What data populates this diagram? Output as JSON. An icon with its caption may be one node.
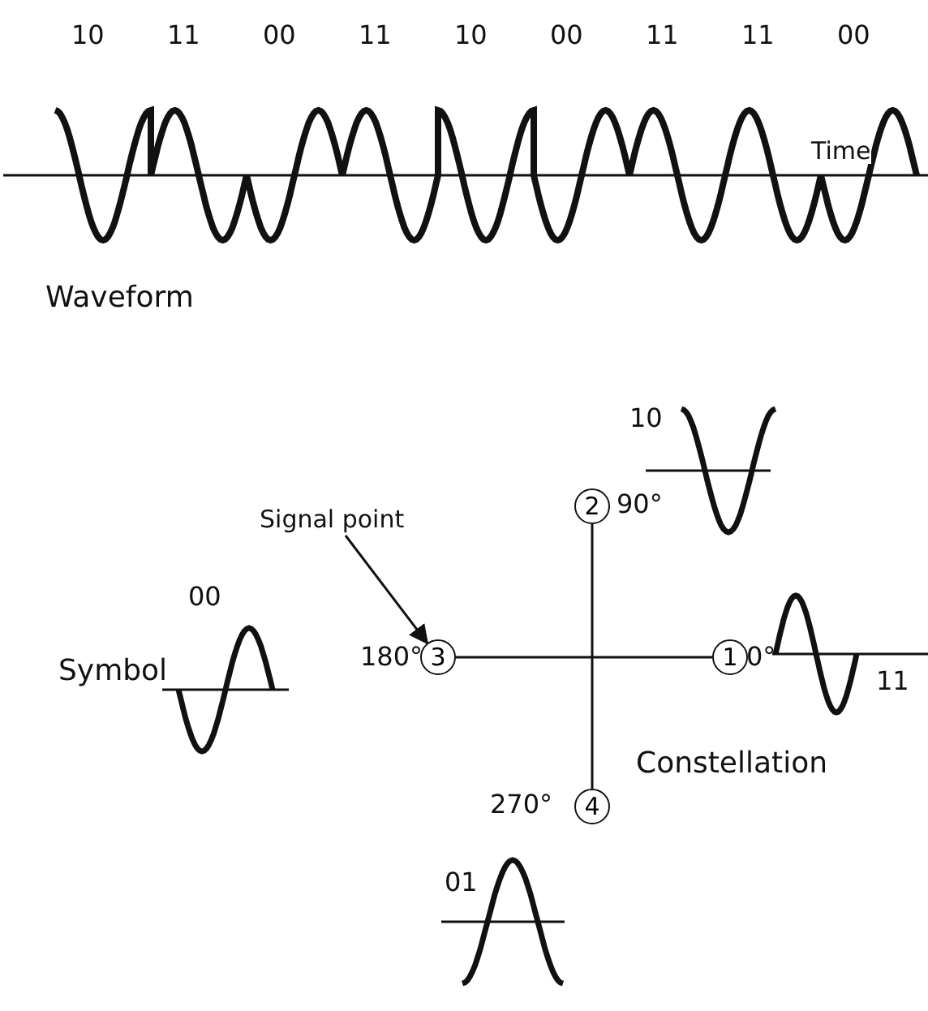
{
  "diagram": {
    "nodes": [
      {
        "text": [
          "1"
        ],
        "beside": [
          "0°"
        ]
      },
      {
        "text": [
          "2"
        ],
        "beside": [
          "90°"
        ]
      },
      {
        "text": [
          "3"
        ],
        "beside": [
          "180°"
        ]
      },
      {
        "text": [
          "4"
        ],
        "beside": [
          "270°"
        ]
      },
      {
        "text": [
          "Signal point"
        ]
      }
    ],
    "edges": [
      {
        "from": 2,
        "to": 0,
        "arrow": "none"
      },
      {
        "from": 1,
        "to": 3,
        "arrow": "none"
      },
      {
        "from": 4,
        "to": 2,
        "arrow": "to"
      }
    ],
    "labels": [
      "10",
      "11",
      "00",
      "11",
      "10",
      "00",
      "11",
      "11",
      "00",
      "Time",
      "Waveform",
      "10",
      "00",
      "Symbol",
      "11",
      "Constellation",
      "01"
    ]
  }
}
